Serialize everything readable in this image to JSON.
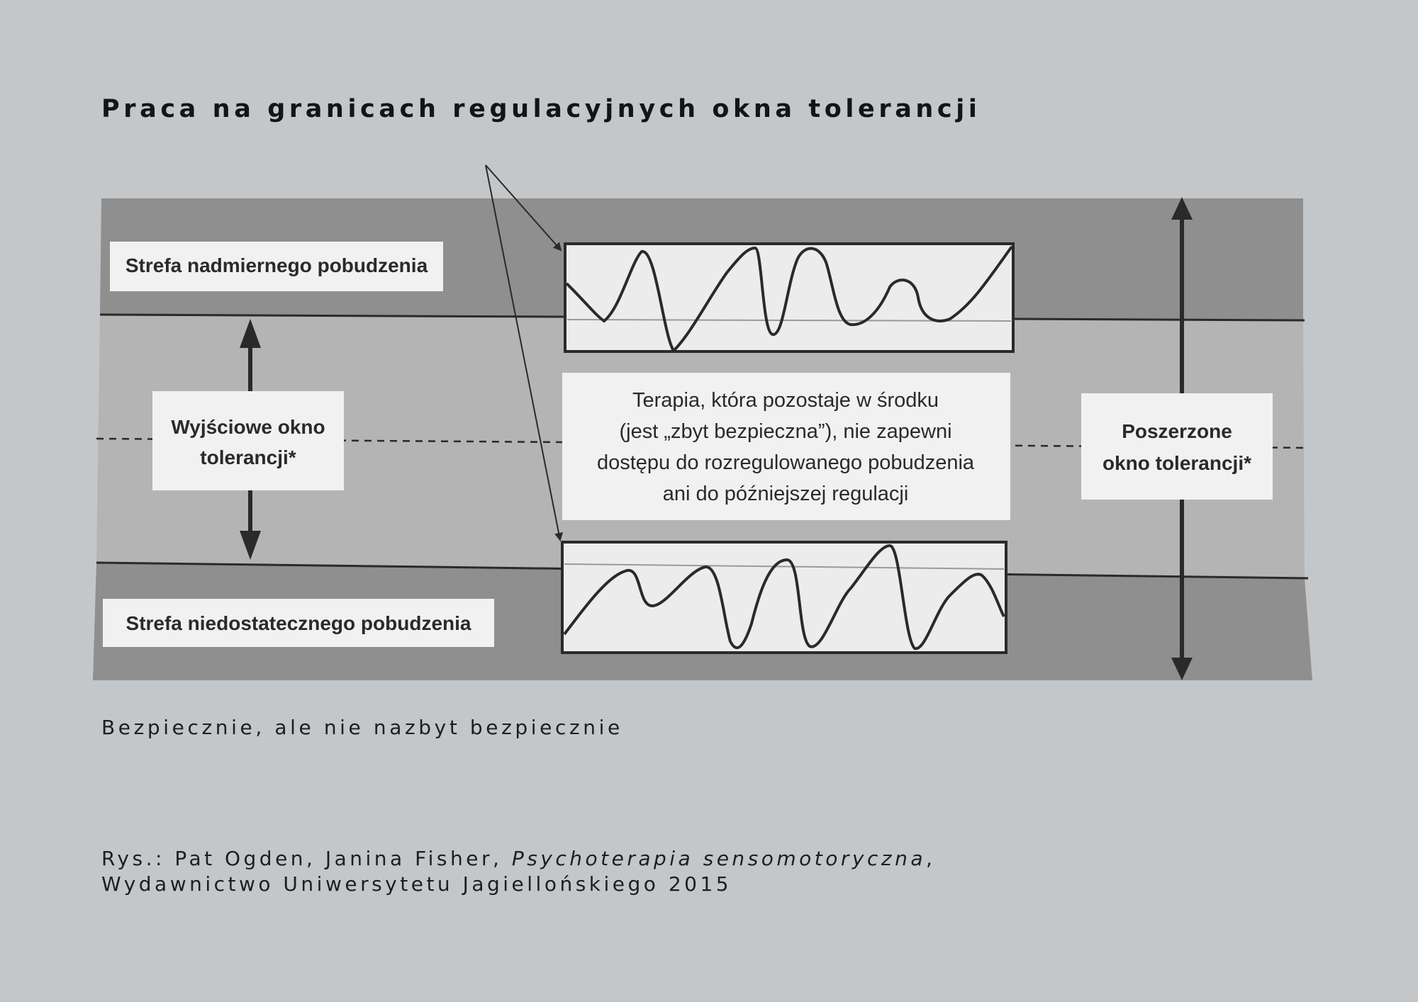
{
  "title": "Praca na granicach regulacyjnych okna tolerancji",
  "diagram": {
    "hyperarousal_label": "Strefa nadmiernego pobudzenia",
    "hypoarousal_label": "Strefa niedostatecznego pobudzenia",
    "baseline_window_label": [
      "Wyjściowe okno",
      "tolerancji*"
    ],
    "expanded_window_label": [
      "Poszerzone",
      "okno tolerancji*"
    ],
    "therapy_note": [
      "Terapia, która pozostaje w środku",
      "(jest „zbyt bezpieczna”), nie zapewni",
      "dostępu do rozregulowanego pobudzenia",
      "ani do późniejszej regulacji"
    ]
  },
  "subtitle": "Bezpiecznie, ale nie nazbyt bezpiecznie",
  "citation": {
    "prefix": "Rys.: Pat Ogden, Janina Fisher, ",
    "book_title": "Psychoterapia sensomotoryczna",
    "suffix": ",",
    "line2": "Wydawnictwo Uniwersytetu Jagiellońskiego 2015"
  },
  "colors": {
    "background": "#c3c7ca",
    "zone_dark": "#8f8f8f",
    "zone_light": "#b4b4b4",
    "label_box": "#f1f1f1",
    "ink": "#2a2a2a"
  }
}
